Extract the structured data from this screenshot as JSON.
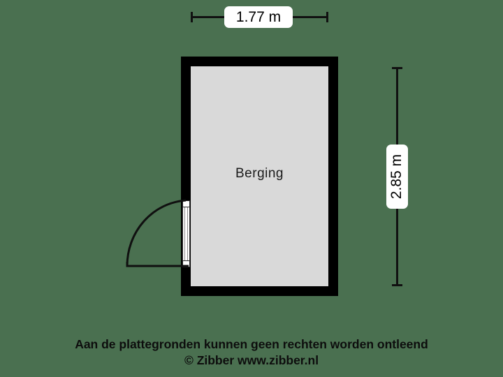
{
  "plan": {
    "background_color": "#4a7050",
    "wall_color": "#000000",
    "floor_color": "#d9d9d9",
    "room": {
      "label": "Berging"
    },
    "door": {
      "name": "door-swing-left",
      "swing": "quarter-arc-outward-left"
    }
  },
  "dimensions": {
    "top": {
      "label": "1.77 m",
      "value": 1.77,
      "unit": "m",
      "orientation": "horizontal"
    },
    "right": {
      "label": "2.85 m",
      "value": 2.85,
      "unit": "m",
      "orientation": "vertical"
    }
  },
  "footer": {
    "disclaimer": "Aan de plattegronden kunnen geen rechten worden ontleend",
    "copyright": "© Zibber www.zibber.nl"
  }
}
